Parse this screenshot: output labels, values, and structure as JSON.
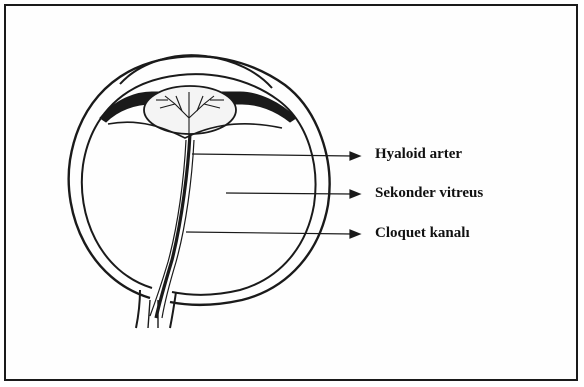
{
  "labels": {
    "hyaloid": "Hyaloid arter",
    "vitreus": "Sekonder vitreus",
    "cloquet": "Cloquet kanalı"
  },
  "colors": {
    "ink": "#1a1a1a",
    "background": "#fefefe"
  }
}
